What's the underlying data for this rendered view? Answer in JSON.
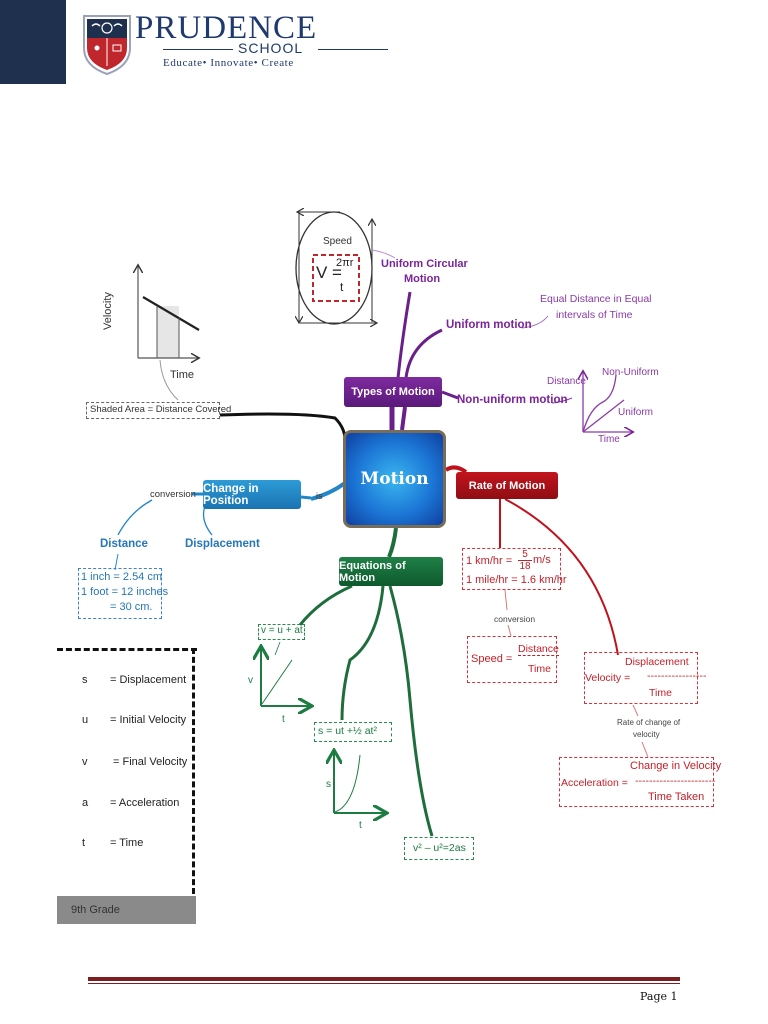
{
  "header": {
    "brand_name": "PRUDENCE",
    "brand_school": "SCHOOL",
    "tagline": "Educate• Innovate• Create",
    "colors": {
      "navy": "#1f2f4e",
      "brand_blue": "#1f3a6e",
      "shield_red": "#c0272d"
    }
  },
  "mindmap": {
    "central": "Motion",
    "branches": {
      "types": {
        "label": "Types of Motion",
        "color": "#6a1f8a",
        "children": {
          "circular": {
            "label_line1": "Uniform Circular",
            "label_line2": "Motion"
          },
          "uniform": {
            "label": "Uniform motion",
            "note_line1": "Equal Distance in Equal",
            "note_line2": "intervals of Time"
          },
          "nonuniform": {
            "label": "Non-uniform motion"
          }
        },
        "speed_diagram": {
          "title": "Speed",
          "lhs": "V =",
          "numerator": "2πr",
          "denominator": "t"
        },
        "distance_time_graph": {
          "y_label": "Distance",
          "x_label": "Time",
          "curve1": "Non-Uniform",
          "curve2": "Uniform"
        }
      },
      "rate": {
        "label": "Rate of Motion",
        "color": "#b3121a",
        "conversion_box": {
          "line1_lhs": "1 km/hr =",
          "line1_num": "5",
          "line1_den": "18",
          "line1_unit": "m/s",
          "line2": "1 mile/hr = 1.6 km/hr"
        },
        "conversion_label": "conversion",
        "speed_box": {
          "lhs": "Speed  =",
          "numerator": "Distance",
          "denominator": "Time"
        },
        "velocity_box": {
          "lhs": "Velocity  =",
          "numerator": "Displacement",
          "rule": "-----------------",
          "denominator": "Time"
        },
        "rate_change_label_line1": "Rate of change of",
        "rate_change_label_line2": "velocity",
        "acceleration_box": {
          "lhs": "Acceleration  =",
          "numerator": "Change in Velocity",
          "rule": "-----------------------",
          "denominator": "Time Taken"
        }
      },
      "equations": {
        "label": "Equations of Motion",
        "color": "#1d6e3a",
        "eq1": "v = u + at",
        "eq2": "s =   ut  +½ at²",
        "eq3": "v² – u²=2as",
        "graph1": {
          "y": "v",
          "x": "t"
        },
        "graph2": {
          "y": "s",
          "x": "t"
        }
      },
      "position": {
        "label": "Change in Position",
        "color": "#2386c8",
        "link_label": "is",
        "conversion_label": "conversion",
        "distance": "Distance",
        "displacement": "Displacement",
        "conversion_box": [
          "1 inch = 2.54 cm",
          "1 foot = 12 inches",
          "= 30 cm."
        ]
      },
      "velocity_graph": {
        "y_label": "Velocity",
        "x_label": "Time",
        "note": "Shaded Area = Distance Covered"
      }
    }
  },
  "legend": {
    "rows": [
      {
        "sym": "s",
        "desc": "= Displacement"
      },
      {
        "sym": "u",
        "desc": "= Initial Velocity"
      },
      {
        "sym": "v",
        "desc": "= Final Velocity"
      },
      {
        "sym": "a",
        "desc": "= Acceleration"
      },
      {
        "sym": "t",
        "desc": "= Time"
      }
    ],
    "grade": "9th Grade"
  },
  "footer": {
    "page": "Page 1",
    "rule_color": "#7a1e22"
  }
}
